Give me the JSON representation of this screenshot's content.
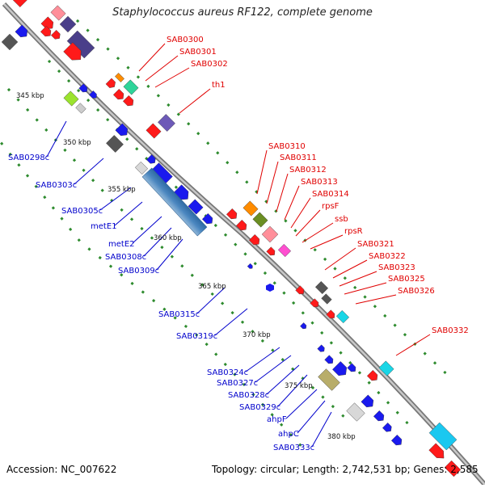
{
  "title": "Staphylococcus aureus RF122, complete genome",
  "footer": {
    "accession": "Accession: NC_007622",
    "summary": "Topology: circular; Length: 2,742,531 bp; Genes: 2,585"
  },
  "colors": {
    "backbone": "#9a9a9a",
    "forward_label": "#e00000",
    "reverse_label": "#0000cc",
    "ruler_dash": "#2e8b2e",
    "forward_gene": "#ff1a1a",
    "reverse_gene": "#1a1aee"
  },
  "scale_labels": [
    "345 kbp",
    "350 kbp",
    "355 kbp",
    "360 kbp",
    "365 kbp",
    "370 kbp",
    "375 kbp",
    "380 kbp"
  ],
  "forward_labels": [
    "SAB0300",
    "SAB0301",
    "SAB0302",
    "th1",
    "SAB0310",
    "SAB0311",
    "SAB0312",
    "SAB0313",
    "SAB0314",
    "rpsF",
    "ssb",
    "rpsR",
    "SAB0321",
    "SAB0322",
    "SAB0323",
    "SAB0325",
    "SAB0326",
    "SAB0332"
  ],
  "reverse_labels": [
    "SAB0298c",
    "SAB0303c",
    "SAB0305c",
    "metE1",
    "metE2",
    "SAB0308c",
    "SAB0309c",
    "SAB0315c",
    "SAB0319c",
    "SAB0324c",
    "SAB0327c",
    "SAB0328c",
    "SAB0329c",
    "ahpF",
    "ahpC",
    "SAB0333c"
  ]
}
